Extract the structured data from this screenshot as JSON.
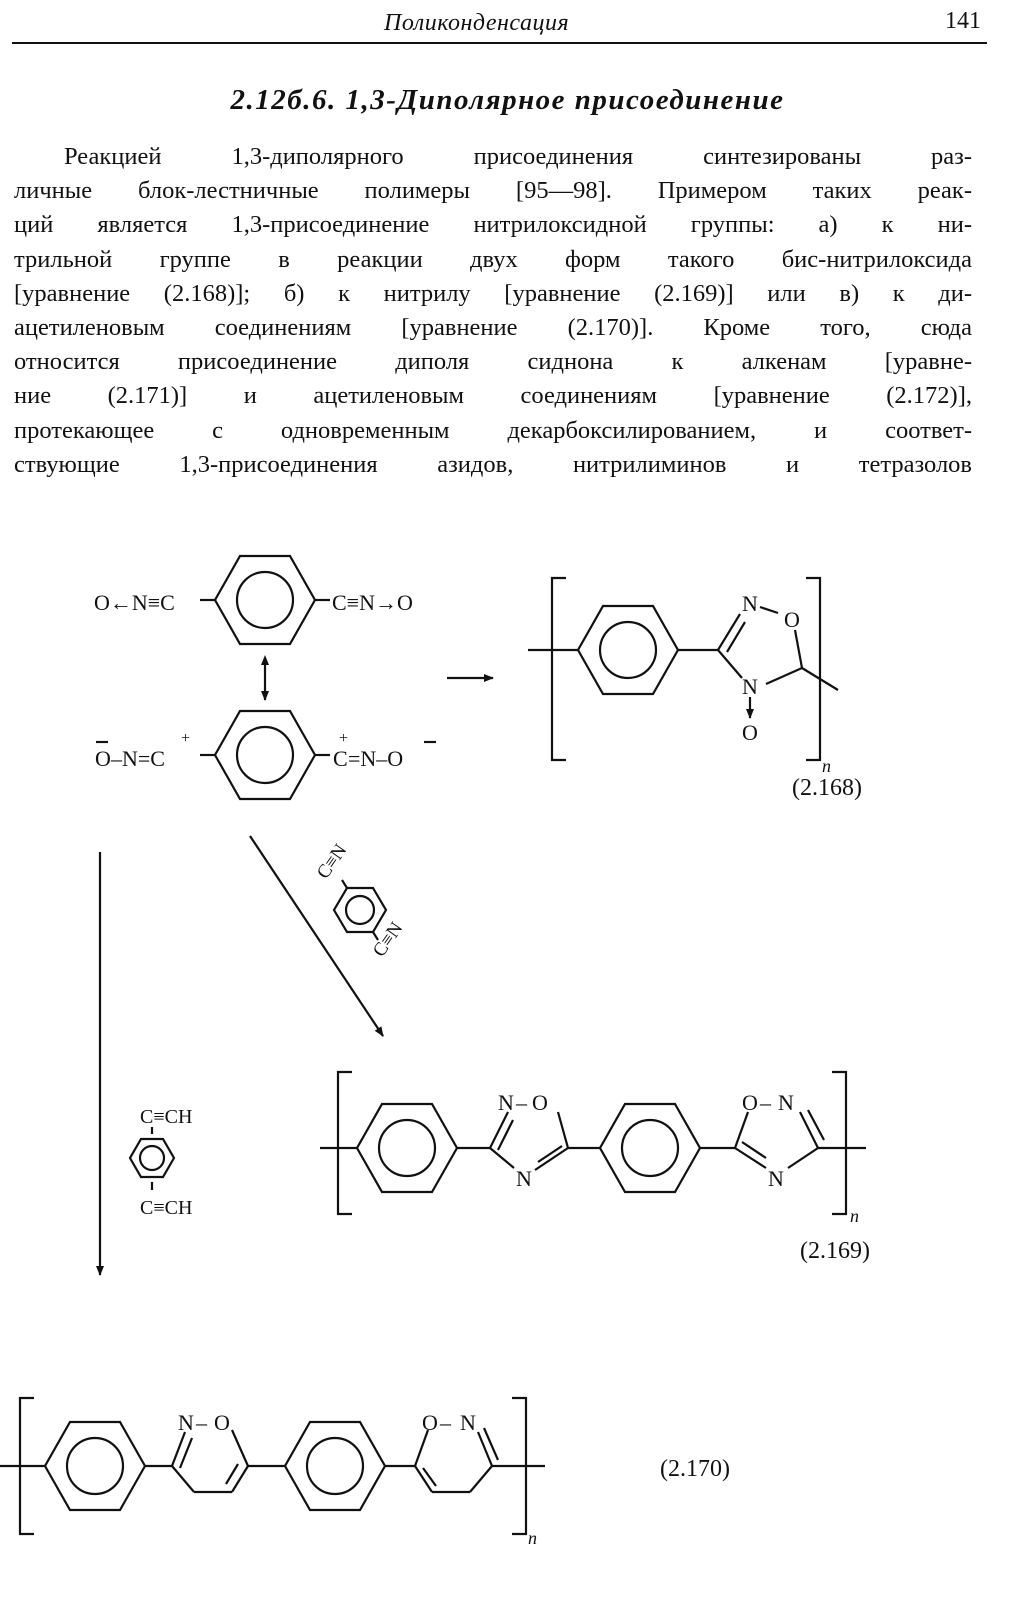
{
  "header": {
    "title": "Поликонденсация",
    "page_number": "141"
  },
  "section": {
    "heading": "2.12б.6. 1,3-Диполярное присоединение"
  },
  "paragraph": {
    "lines": [
      "Реакцией 1,3-диполярного присоединения синтезированы раз-",
      "личные блок-лестничные полимеры [95—98]. Примером таких реак-",
      "ций является 1,3-присоединение нитрилоксидной группы: а) к ни-",
      "трильной группе в реакции двух форм такого бис-нитрилоксида",
      "[уравнение (2.168)]; б) к нитрилу [уравнение (2.169)] или в) к ди-",
      "ацетиленовым соединениям [уравнение (2.170)]. Кроме того, сюда",
      "относится присоединение диполя сиднона к алкенам [уравне-",
      "ние (2.171)] и ацетиленовым соединениям [уравнение (2.172)],",
      "протекающее с одновременным декарбоксилированием, и соответ-",
      "ствующие 1,3-присоединения азидов, нитрилиминов и тетразолов"
    ]
  },
  "scheme": {
    "res1_top_left": "O←N≡C",
    "res1_top_right": "C≡N→O",
    "res2_left_o": "O",
    "res2_left_rest": "–N=C",
    "res2_right_c": "C",
    "res2_right_rest": "=N–O",
    "plus": "+",
    "atom_N": "N",
    "atom_O": "O",
    "sub_n": "n",
    "reagent_cn": "C≡N",
    "reagent_ch": "C≡CH",
    "eq_2168": "(2.168)",
    "eq_2169": "(2.169)",
    "eq_2170": "(2.170)"
  }
}
